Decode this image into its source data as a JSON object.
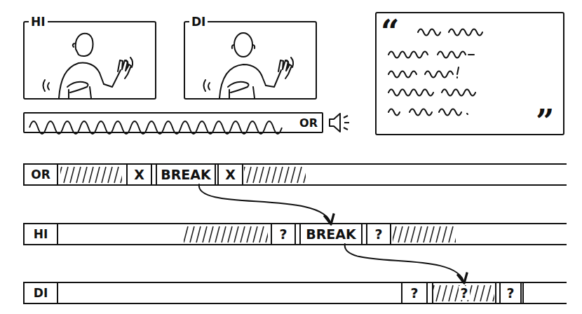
{
  "diagram": {
    "nodes": [
      {
        "text": [
          "HI"
        ]
      },
      {
        "text": [
          "DI"
        ]
      },
      {
        "text": [
          "OR"
        ]
      },
      {
        "text": [
          "OR"
        ]
      },
      {
        "text": [
          "X"
        ],
        "in": 3
      },
      {
        "text": [
          "BREAK"
        ],
        "in": 3
      },
      {
        "text": [
          "X"
        ],
        "in": 3
      },
      {
        "text": [
          "HI"
        ]
      },
      {
        "text": [
          "?"
        ],
        "in": 7
      },
      {
        "text": [
          "BREAK"
        ],
        "in": 7
      },
      {
        "text": [
          "?"
        ],
        "in": 7
      },
      {
        "text": [
          "DI"
        ]
      },
      {
        "text": [
          "?"
        ],
        "in": 11
      },
      {
        "text": [
          "?"
        ],
        "in": 11
      },
      {
        "text": [
          "?"
        ],
        "in": 11
      }
    ],
    "edges": [
      {
        "from": 5,
        "to": 9,
        "arrow": "to"
      },
      {
        "from": 9,
        "to": 13,
        "arrow": "to"
      }
    ],
    "labels": [
      "“",
      "”"
    ]
  }
}
